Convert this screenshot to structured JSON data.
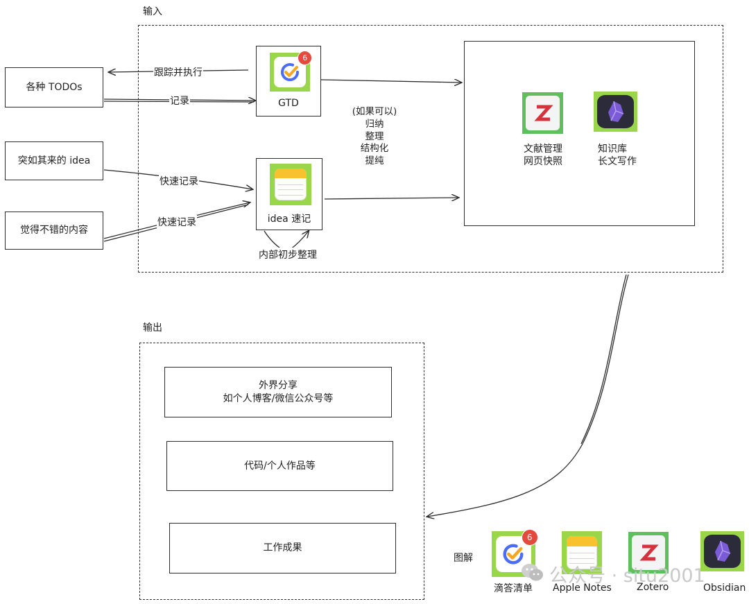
{
  "sections": {
    "input_label": "输入",
    "output_label": "输出",
    "legend_label": "图解"
  },
  "left_boxes": {
    "todos": "各种 TODOs",
    "idea": "突如其来的 idea",
    "content": "觉得不错的内容"
  },
  "arrows": {
    "track": "跟踪并执行",
    "record": "记录",
    "quick_record_1": "快速记录",
    "quick_record_2": "快速记录",
    "internal": "内部初步整理"
  },
  "apps": {
    "gtd_label": "GTD",
    "gtd_badge": "6",
    "idea_label": "idea 速记"
  },
  "process_steps": [
    "(如果可以)",
    "归纳",
    "整理",
    "结构化",
    "提纯"
  ],
  "knowledge": {
    "zotero_desc": [
      "文献管理",
      "网页快照"
    ],
    "obsidian_desc": [
      "知识库",
      "长文写作"
    ]
  },
  "outputs": {
    "share": [
      "外界分享",
      "如个人博客/微信公众号等"
    ],
    "code": "代码/个人作品等",
    "work": "工作成果"
  },
  "legend": [
    {
      "name": "滴答清单",
      "icon": "ticktick-icon"
    },
    {
      "name": "Apple Notes",
      "icon": "notes-icon"
    },
    {
      "name": "Zotero",
      "icon": "zotero-icon"
    },
    {
      "name": "Obsidian",
      "icon": "obsidian-icon"
    }
  ],
  "legend_badge": "6",
  "watermark": "公众号 · situ2001",
  "colors": {
    "icon_frame_green": "#99d64a",
    "badge_red": "#e5483c",
    "notes_yellow": "#f8c22e",
    "zotero_red": "#d4323c",
    "obsidian_purple": "#7c5cd6"
  }
}
